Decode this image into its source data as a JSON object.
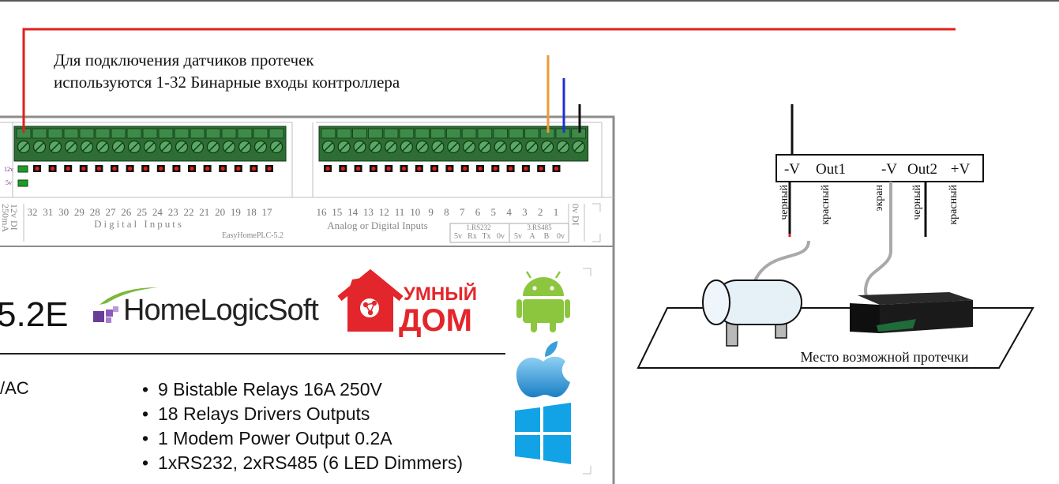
{
  "note": {
    "line1": "Для подключения датчиков протечек",
    "line2": "используются 1-32 Бинарные входы контроллера"
  },
  "controller": {
    "model_name": "EasyHomePLC-5.2",
    "model_short": "5.2E",
    "supply_text": "/AC",
    "brand_homelogic": "HomeLogicSoft",
    "brand_umny": "УМНЫЙ",
    "brand_dom": "ДОМ",
    "left_side_labels": {
      "v12": "12v",
      "v5": "5v",
      "v12di": "12v DI",
      "ma": "250mA"
    },
    "digital_input_numbers": [
      "32",
      "31",
      "30",
      "29",
      "28",
      "27",
      "26",
      "25",
      "24",
      "23",
      "22",
      "21",
      "20",
      "19",
      "18",
      "17"
    ],
    "digital_inputs_title": "Digital Inputs",
    "analog_input_numbers": [
      "16",
      "15",
      "14",
      "13",
      "12",
      "11",
      "10",
      "9",
      "8",
      "7",
      "6",
      "5",
      "4",
      "3",
      "2",
      "1"
    ],
    "analog_inputs_title": "Analog or Digital Inputs",
    "di_0v_label": "0v DI",
    "rs232": {
      "title": "1.RS232",
      "pins": [
        "5v",
        "Rx",
        "Tx",
        "0v"
      ]
    },
    "rs485": {
      "title": "3.RS485",
      "pins": [
        "5v",
        "A",
        "B",
        "0v"
      ]
    },
    "features": [
      "9 Bistable Relays 16A 250V",
      "18 Relays Drivers Outputs",
      "1 Modem Power Output 0.2A",
      "1xRS232, 2xRS485 (6 LED Dimmers)"
    ],
    "os_icons": [
      "android-icon",
      "apple-icon",
      "windows-icon"
    ]
  },
  "sensor": {
    "terminals": [
      "-V",
      "Out1",
      "-V",
      "Out2",
      "+V"
    ],
    "wire_labels": [
      "черный",
      "красный",
      "экран",
      "черный",
      "красный"
    ],
    "floor_caption": "Место возможной протечки"
  },
  "colors": {
    "terminal_green": "#2e6e35",
    "wire_red": "#e0201c",
    "wire_orange": "#ef9a34",
    "wire_blue": "#1f2fd6",
    "wire_black": "#111111",
    "wire_grey": "#a9a9a9",
    "brand_red": "#e3262b",
    "android_green": "#8cc63f",
    "windows_blue": "#12a3e6",
    "homelogic_purple": "#6a3d9a"
  }
}
